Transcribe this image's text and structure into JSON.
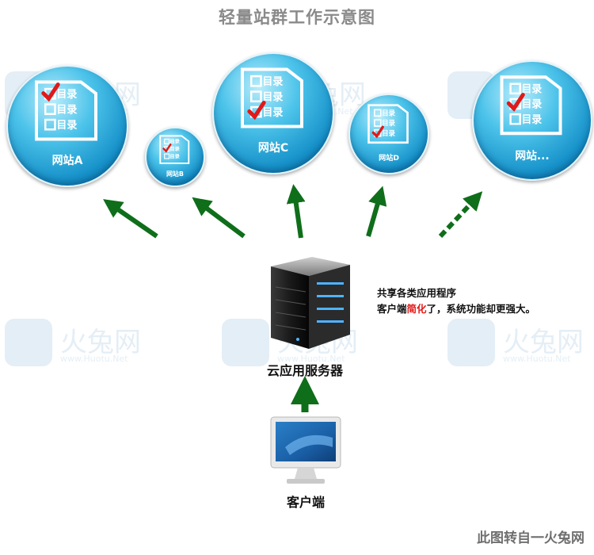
{
  "title": "轻量站群工作示意图",
  "watermark": {
    "brand": "火兔网",
    "url": "www.Huotu.Net"
  },
  "sites": [
    {
      "label": "网站A",
      "items": [
        "目录",
        "目录",
        "目录"
      ],
      "checked": 0
    },
    {
      "label": "网站B",
      "items": [
        "目录",
        "目录",
        "目录"
      ],
      "checked": 1
    },
    {
      "label": "网站C",
      "items": [
        "目录",
        "目录",
        "目录"
      ],
      "checked": 2
    },
    {
      "label": "网站D",
      "items": [
        "目录",
        "目录",
        "目录"
      ],
      "checked": 2
    },
    {
      "label": "网站...",
      "items": [
        "目录",
        "目录",
        "目录"
      ],
      "checked": 1
    }
  ],
  "server": {
    "label": "云应用服务器"
  },
  "note": {
    "line1": "共享各类应用程序",
    "line2_pre": "客户端",
    "line2_hl": "简化",
    "line2_post": "了，系统功能却更强大。"
  },
  "client": {
    "label": "客户端"
  },
  "footer": "此图转自一火兔网",
  "colors": {
    "arrow": "#0f6e1a",
    "highlight": "#e11919",
    "bubble": "#1691c9"
  }
}
